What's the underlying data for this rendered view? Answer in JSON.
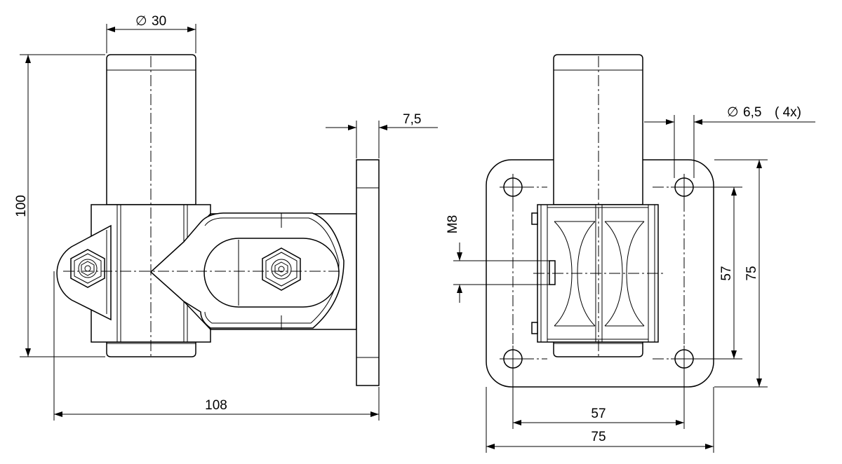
{
  "labels": {
    "dia30": "30",
    "len100": "100",
    "t7_5": "7,5",
    "len108": "108",
    "hole": "6,5",
    "hole_count": "( 4x)",
    "m8": "M8",
    "v57": "57",
    "v75": "75",
    "h57": "57",
    "h75": "75"
  },
  "symbols": {
    "diameter": "∅"
  }
}
